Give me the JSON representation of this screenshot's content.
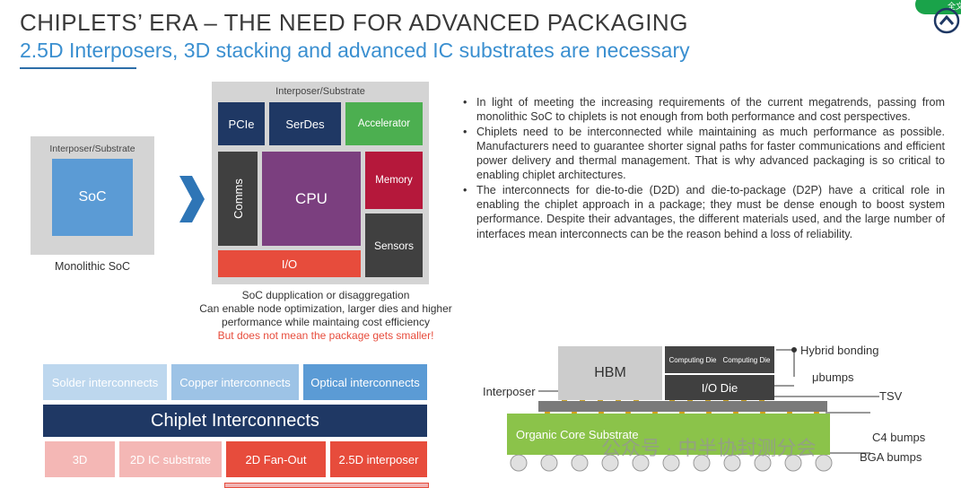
{
  "header": {
    "title": "CHIPLETS’ ERA – THE NEED FOR ADVANCED PACKAGING",
    "subtitle": "2.5D Interposers, 3D stacking and advanced IC substrates are necessary",
    "badge": "全文"
  },
  "monolithic": {
    "box_label": "Interposer/Substrate",
    "soc": "SoC",
    "caption": "Monolithic SoC"
  },
  "chiplet": {
    "box_label": "Interposer/Substrate",
    "pcie": "PCIe",
    "serdes": "SerDes",
    "accelerator": "Accelerator",
    "comms": "Comms",
    "cpu": "CPU",
    "memory": "Memory",
    "sensors": "Sensors",
    "io": "I/O"
  },
  "caption": {
    "line1": "SoC dupplication or disaggregation",
    "line2": "Can enable node optimization, larger dies and higher",
    "line3": "performance while maintaing cost efficiency",
    "line4": "But does not mean the package gets smaller!"
  },
  "bullets": [
    "In light of meeting the increasing requirements of the current megatrends, passing from monolithic SoC to chiplets is not enough from both performance and cost perspectives.",
    "Chiplets need to be interconnected while maintaining as much performance as possible. Manufacturers need to guarantee shorter signal paths for faster communications and efficient power delivery and thermal management. That is why advanced packaging is so critical to enabling chiplet architectures.",
    "The interconnects for die-to-die (D2D) and die-to-package (D2P) have a critical role in enabling the chiplet approach in a package; they must be dense enough to boost system performance. Despite their advantages, the different materials used, and the large number of interfaces mean interconnects can be the reason behind a loss of reliability."
  ],
  "interconnects": {
    "top": [
      "Solder interconnects",
      "Copper interconnects",
      "Optical interconnects"
    ],
    "main": "Chiplet Interconnects",
    "bottom": [
      "3D",
      "2D IC substrate",
      "2D Fan-Out",
      "2.5D interposer"
    ]
  },
  "package": {
    "hbm": "HBM",
    "computing_die_1": "Computing Die",
    "computing_die_2": "Computing Die",
    "io_die": "I/O Die",
    "interposer": "Interposer",
    "substrate": "Organic Core Substrate",
    "labels": {
      "hybrid": "Hybrid bonding",
      "ubumps": "μbumps",
      "tsv": "TSV",
      "c4": "C4 bumps",
      "bga": "BGA bumps"
    }
  },
  "watermark": "公众号 · 中半协封测分会",
  "colors": {
    "title": "#3a3a3a",
    "subtitle": "#3a8fd0",
    "navy": "#1f3864",
    "green": "#4caf50",
    "purple": "#7b3f7f",
    "crimson": "#b5183b",
    "red": "#e74c3c",
    "blue": "#5b9bd5"
  }
}
